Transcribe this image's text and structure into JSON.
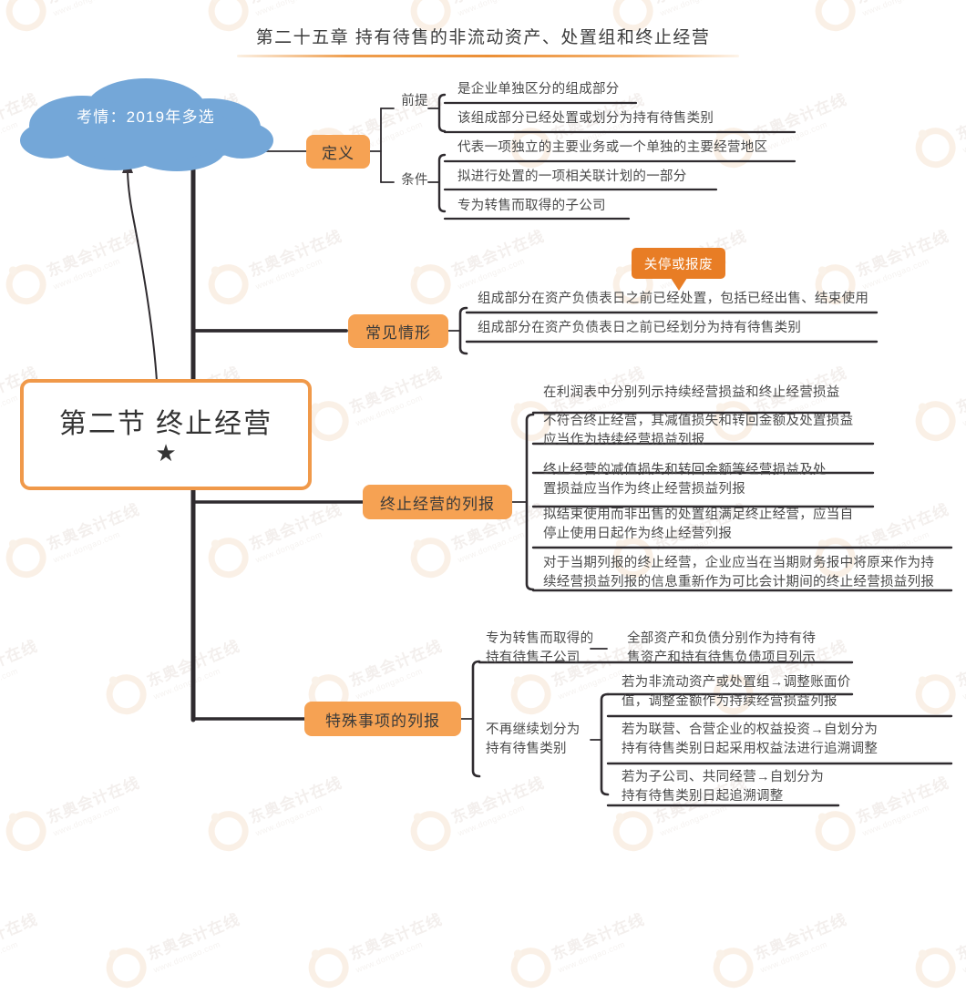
{
  "header": {
    "title": "第二十五章 持有待售的非流动资产、处置组和终止经营"
  },
  "cloud": {
    "label": "考情：2019年多选"
  },
  "central": {
    "title": "第二节 终止经营",
    "star": "★"
  },
  "callout": {
    "label": "关停或报废"
  },
  "branches": {
    "definition": {
      "badge": "定义",
      "groups": [
        {
          "label": "前提",
          "items": [
            "是企业单独区分的组成部分",
            "该组成部分已经处置或划分为持有待售类别"
          ]
        },
        {
          "label": "条件",
          "items": [
            "代表一项独立的主要业务或一个单独的主要经营地区",
            "拟进行处置的一项相关联计划的一部分",
            "专为转售而取得的子公司"
          ]
        }
      ]
    },
    "common_cases": {
      "badge": "常见情形",
      "items": [
        "组成部分在资产负债表日之前已经处置，包括已经出售、结束使用",
        "组成部分在资产负债表日之前已经划分为持有待售类别"
      ]
    },
    "discontinued_presentation": {
      "badge": "终止经营的列报",
      "items": [
        "在利润表中分别列示持续经营损益和终止经营损益",
        "不符合终止经营，其减值损失和转回金额及处置损益\n应当作为持续经营损益列报",
        "终止经营的减值损失和转回金额等经营损益及处\n置损益应当作为终止经营损益列报",
        "拟结束使用而非出售的处置组满足终止经营，应当自\n停止使用日起作为终止经营列报",
        "对于当期列报的终止经营，企业应当在当期财务报中将原来作为持\n续经营损益列报的信息重新作为可比会计期间的终止经营损益列报"
      ]
    },
    "special_items": {
      "badge": "特殊事项的列报",
      "groups": [
        {
          "label": "专为转售而取得的\n持有待售子公司",
          "items": [
            "全部资产和负债分别作为持有待\n售资产和持有待售负债项目列示"
          ]
        },
        {
          "label": "不再继续划分为\n持有待售类别",
          "items": [
            "若为非流动资产或处置组→调整账面价\n值，调整金额作为持续经营损益列报",
            "若为联营、合营企业的权益投资→自划分为\n持有待售类别日起采用权益法进行追溯调整",
            "若为子公司、共同经营→自划分为\n持有待售类别日起追溯调整"
          ]
        }
      ]
    }
  },
  "watermark": {
    "brand": "东奥会计在线",
    "url": "www.dongao.com"
  },
  "colors": {
    "badge_orange": "#f6a253",
    "callout_orange": "#e87d25",
    "central_border": "#f0994a",
    "cloud_blue": "#74a7d8",
    "line_dark": "#2f2b2f"
  }
}
